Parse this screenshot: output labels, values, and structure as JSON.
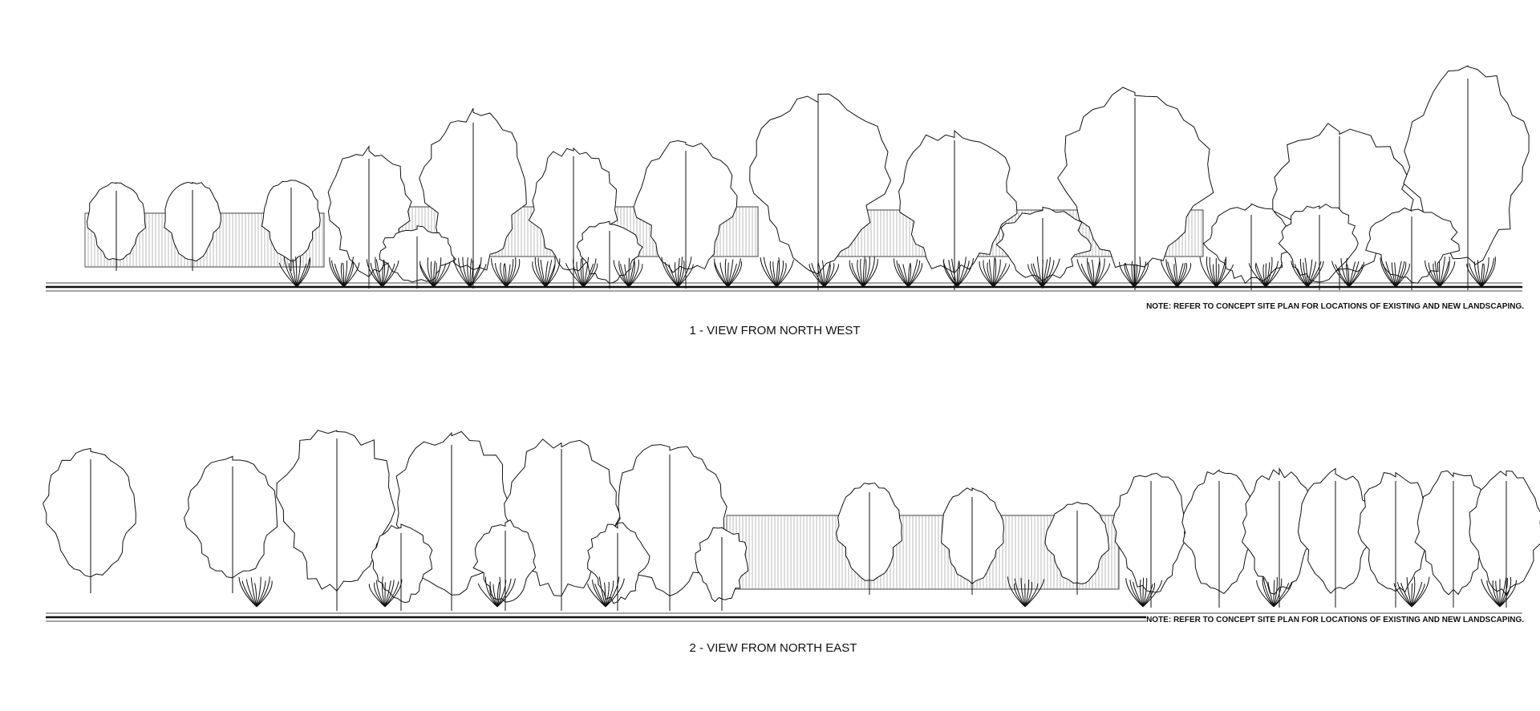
{
  "views": [
    {
      "title": "1 - VIEW FROM NORTH WEST",
      "note": "NOTE:  REFER TO CONCEPT SITE PLAN FOR LOCATIONS OF EXISTING AND NEW LANDSCAPING."
    },
    {
      "title": "2 - VIEW FROM NORTH EAST",
      "note": "NOTE:  REFER TO CONCEPT SITE PLAN FOR LOCATIONS OF EXISTING AND NEW LANDSCAPING."
    }
  ],
  "colors": {
    "line": "#111111",
    "background": "#ffffff"
  }
}
